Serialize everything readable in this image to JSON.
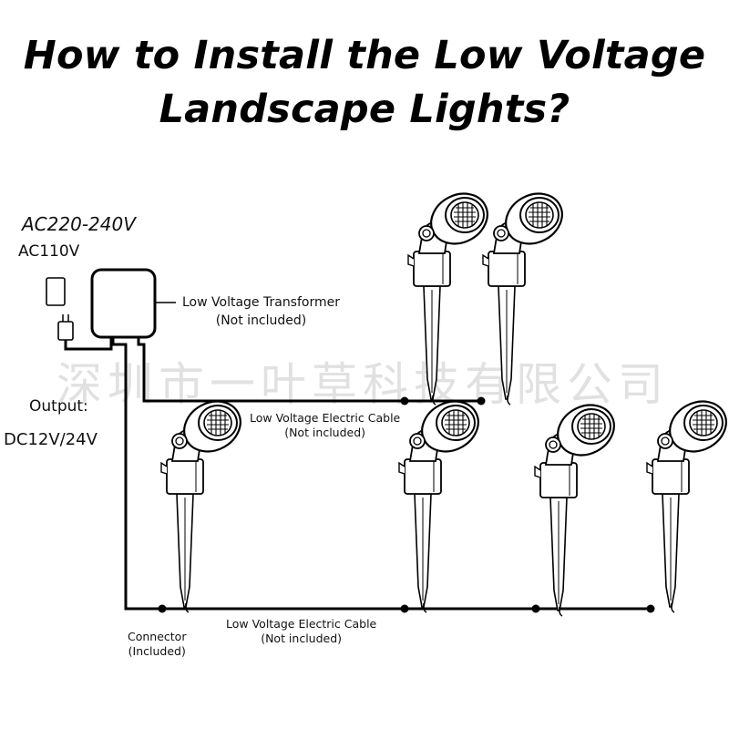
{
  "title": {
    "line1": "How to Install the Low Voltage",
    "line2": "Landscape Lights?"
  },
  "input": {
    "voltage_1": "AC220-240V",
    "voltage_2": "AC110V"
  },
  "output": {
    "label": "Output:",
    "voltage": "DC12V/24V"
  },
  "transformer": {
    "name": "Low Voltage Transformer",
    "note": "(Not included)"
  },
  "cable_top": {
    "name": "Low Voltage Electric Cable",
    "note": "(Not included)"
  },
  "cable_bottom": {
    "name": "Low Voltage Electric Cable",
    "note": "(Not included)"
  },
  "connector": {
    "name": "Connector",
    "note": "(Included)"
  },
  "watermark": "深圳市一叶草科技有限公司",
  "colors": {
    "line": "#000000",
    "background": "#ffffff",
    "watermark": "#787878"
  }
}
